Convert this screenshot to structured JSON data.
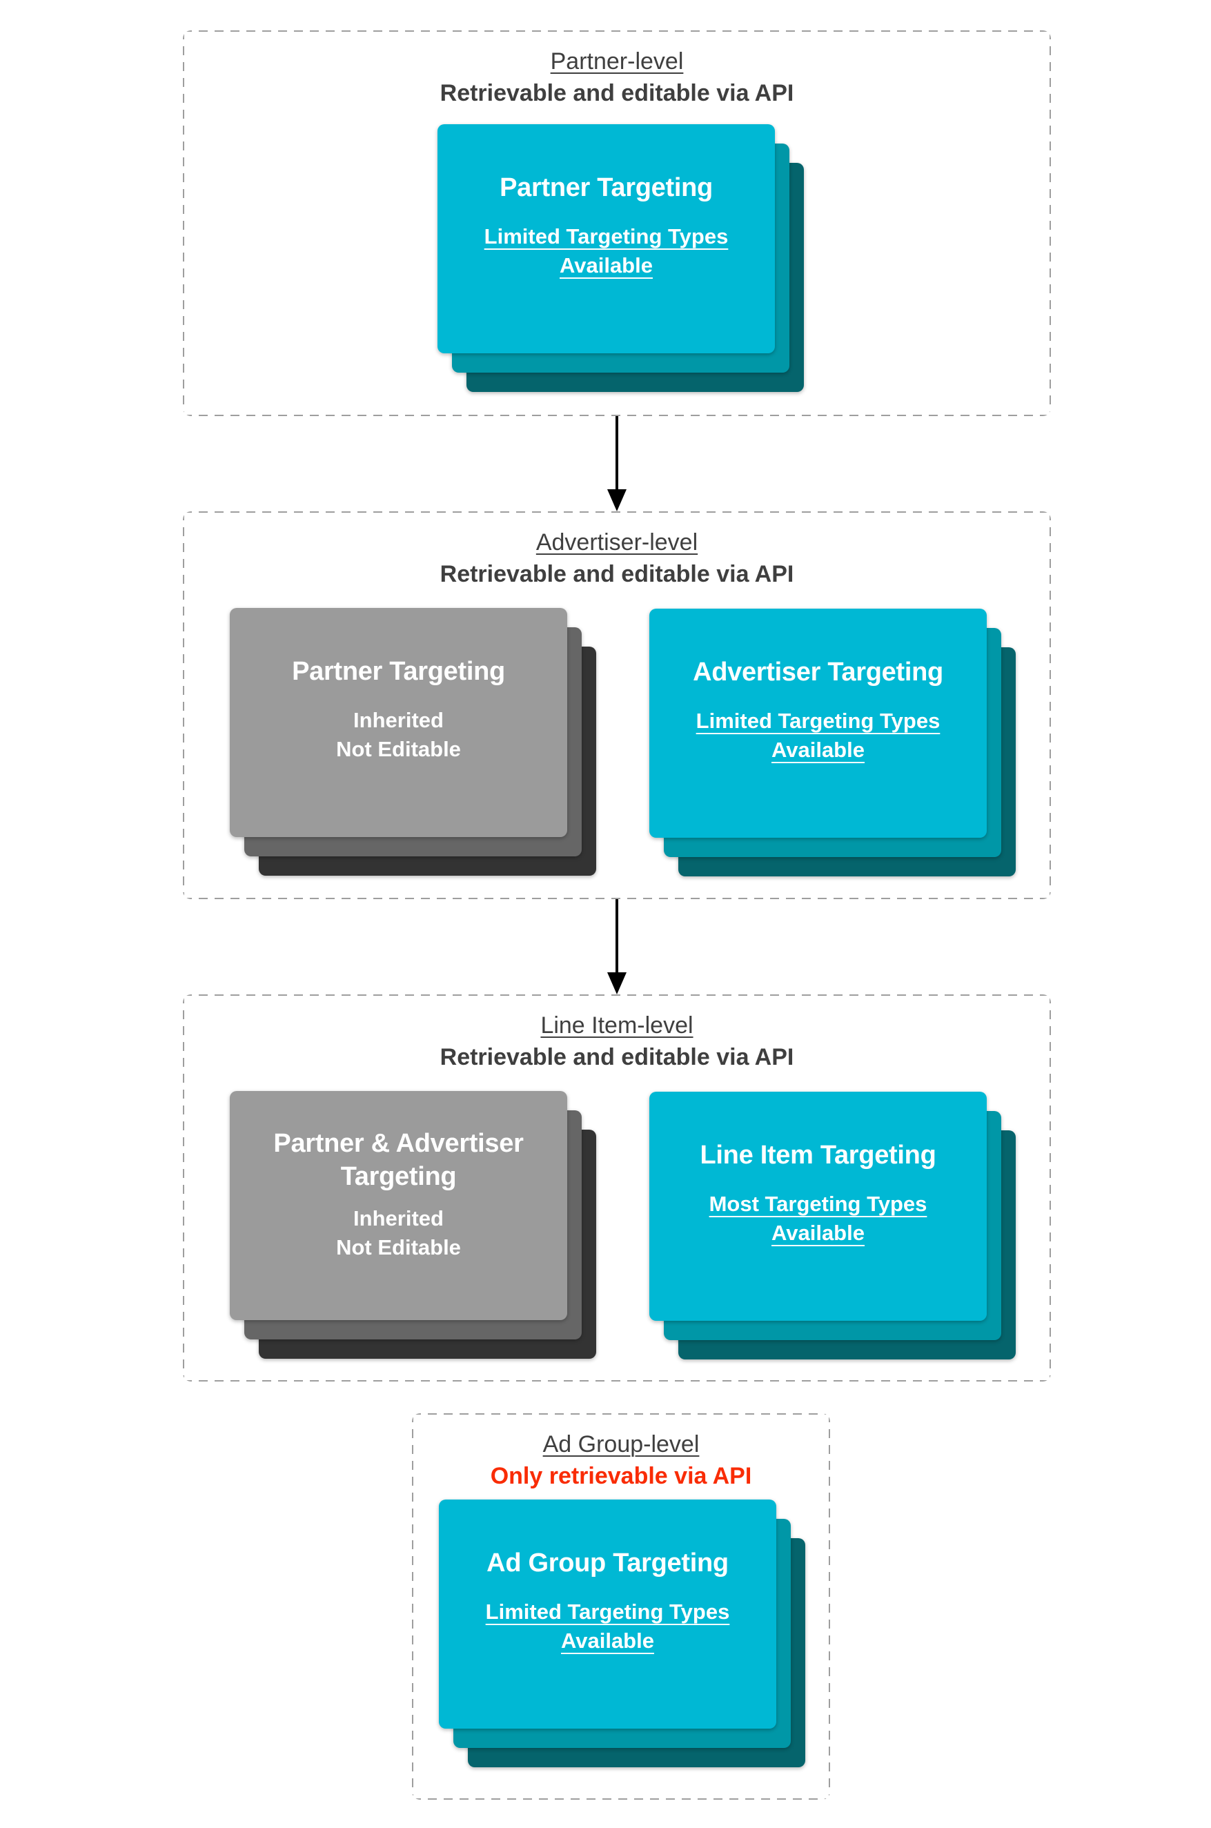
{
  "palette": {
    "cyan_card": "#00B8D4",
    "cyan_card_middle": "#0097A7",
    "cyan_card_back": "#05646C",
    "gray_card": "#9B9B9B",
    "gray_card_middle": "#666666",
    "gray_card_back": "#333333",
    "heading_text": "#3F3F3F",
    "alert_red": "#F92C05",
    "dashed_border": "#9E9E9E",
    "card_text": "#FFFFFF",
    "arrow": "#000000"
  },
  "sections": [
    {
      "title": "Partner-level",
      "subtitle": "Retrievable and editable via API",
      "subtitle_style": "default",
      "cards": [
        {
          "variant": "cyan",
          "title": "Partner Targeting",
          "lines": [
            "Limited Targeting Types",
            "Available"
          ],
          "lines_underlined": true
        }
      ]
    },
    {
      "title": "Advertiser-level",
      "subtitle": "Retrievable and editable via API",
      "subtitle_style": "default",
      "cards": [
        {
          "variant": "gray",
          "title": "Partner Targeting",
          "lines": [
            "Inherited",
            "Not Editable"
          ],
          "lines_underlined": false
        },
        {
          "variant": "cyan",
          "title": "Advertiser Targeting",
          "lines": [
            "Limited Targeting Types",
            "Available"
          ],
          "lines_underlined": true
        }
      ]
    },
    {
      "title": "Line Item-level",
      "subtitle": "Retrievable and editable via API",
      "subtitle_style": "default",
      "cards": [
        {
          "variant": "gray",
          "title": "Partner & Advertiser Targeting",
          "lines": [
            "Inherited",
            "Not Editable"
          ],
          "lines_underlined": false
        },
        {
          "variant": "cyan",
          "title": "Line Item Targeting",
          "lines": [
            "Most Targeting Types",
            "Available"
          ],
          "lines_underlined": true
        }
      ]
    },
    {
      "title": "Ad Group-level",
      "subtitle": "Only retrievable via API",
      "subtitle_style": "red",
      "cards": [
        {
          "variant": "cyan",
          "title": "Ad Group Targeting",
          "lines": [
            "Limited Targeting Types",
            "Available"
          ],
          "lines_underlined": true
        }
      ]
    }
  ]
}
